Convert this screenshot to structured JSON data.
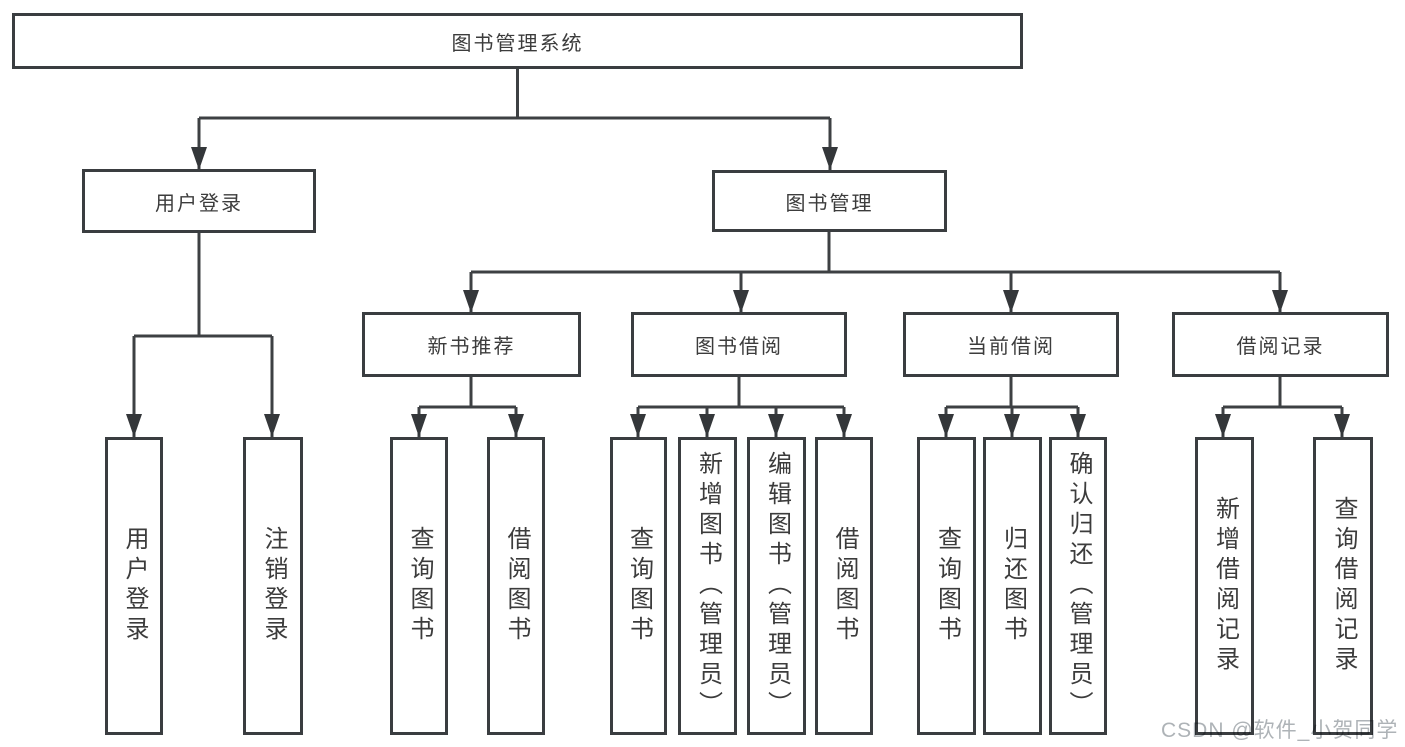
{
  "title": "图书管理系统",
  "watermark": "CSDN @软件_小贺同学",
  "colors": {
    "line": "#3d4043",
    "box_border": "#3a3d40",
    "text": "#3c3c3c",
    "arrowhead": "#34373a",
    "watermark": "#aeb3b7",
    "background": "#ffffff"
  },
  "tree": {
    "label": "图书管理系统",
    "children": [
      {
        "label": "用户登录",
        "children": [
          "用户登录",
          "注销登录"
        ]
      },
      {
        "label": "图书管理",
        "children": [
          {
            "label": "新书推荐",
            "children": [
              "查询图书",
              "借阅图书"
            ]
          },
          {
            "label": "图书借阅",
            "children": [
              "查询图书",
              "新增图书（管理员）",
              "编辑图书（管理员）",
              "借阅图书"
            ]
          },
          {
            "label": "当前借阅",
            "children": [
              "查询图书",
              "归还图书",
              "确认归还（管理员）"
            ]
          },
          {
            "label": "借阅记录",
            "children": [
              "新增借阅记录",
              "查询借阅记录"
            ]
          }
        ]
      }
    ]
  }
}
